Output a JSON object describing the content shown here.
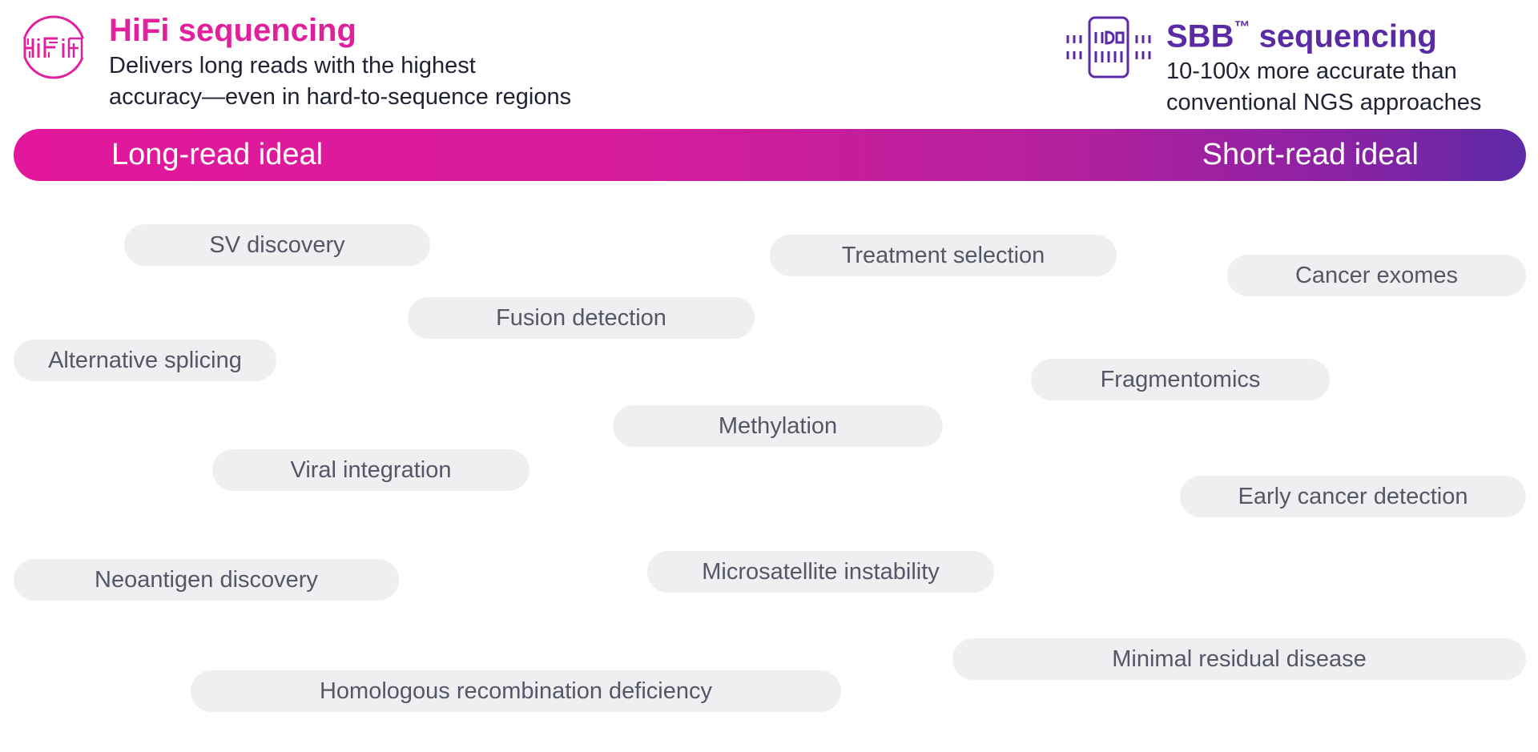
{
  "hifi": {
    "title": "HiFi sequencing",
    "description_line1": "Delivers long reads with the highest",
    "description_line2": "accuracy—even in hard-to-sequence regions",
    "color": "#e0209c",
    "icon": "hifi-logo-icon"
  },
  "sbb": {
    "title": "SBB",
    "trademark": "™",
    "title_suffix": " sequencing",
    "description_line1": "10-100x more accurate than",
    "description_line2": "conventional NGS approaches",
    "color": "#5b2aa5",
    "icon": "sbb-chip-icon"
  },
  "spectrum": {
    "left_label": "Long-read ideal",
    "right_label": "Short-read ideal",
    "gradient_start": "#e3179b",
    "gradient_end": "#5d2aa6"
  },
  "applications": [
    "SV discovery",
    "Treatment selection",
    "Cancer exomes",
    "Fusion detection",
    "Alternative splicing",
    "Fragmentomics",
    "Methylation",
    "Viral integration",
    "Early cancer detection",
    "Neoantigen discovery",
    "Microsatellite instability",
    "Minimal residual disease",
    "Homologous recombination deficiency"
  ]
}
